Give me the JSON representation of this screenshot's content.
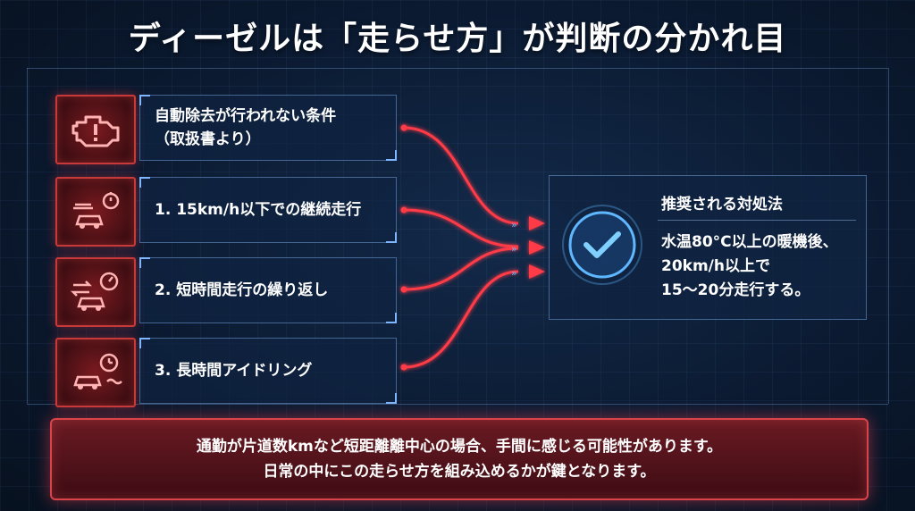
{
  "title": "ディーゼルは「走らせ方」が判断の分かれ目",
  "conditions": {
    "header_line1": "自動除去が行われない条件",
    "header_line2": "（取扱書より）",
    "items": [
      {
        "label": "1. 15km/h以下での継続走行",
        "icon": "car-traffic-timer-icon"
      },
      {
        "label": "2. 短時間走行の繰り返し",
        "icon": "car-repeat-gauge-icon"
      },
      {
        "label": "3. 長時間アイドリング",
        "icon": "car-idling-clock-icon"
      }
    ],
    "header_icon": "engine-warning-icon"
  },
  "recommendation": {
    "heading": "推奨される対処法",
    "line1": "水温80°C以上の暖機後、",
    "line2": "20km/h以上で",
    "line3": "15〜20分走行する。",
    "icon": "checkmark-icon"
  },
  "note": {
    "line1": "通勤が片道数kmなど短距離離中心の場合、手間に感じる可能性があります。",
    "line2": "日常の中にこの走らせ方を組み込めるかが鍵となります。"
  },
  "colors": {
    "accent_red": "#e0343f",
    "accent_blue": "#5fb8ff",
    "background": "#0b1a31"
  }
}
